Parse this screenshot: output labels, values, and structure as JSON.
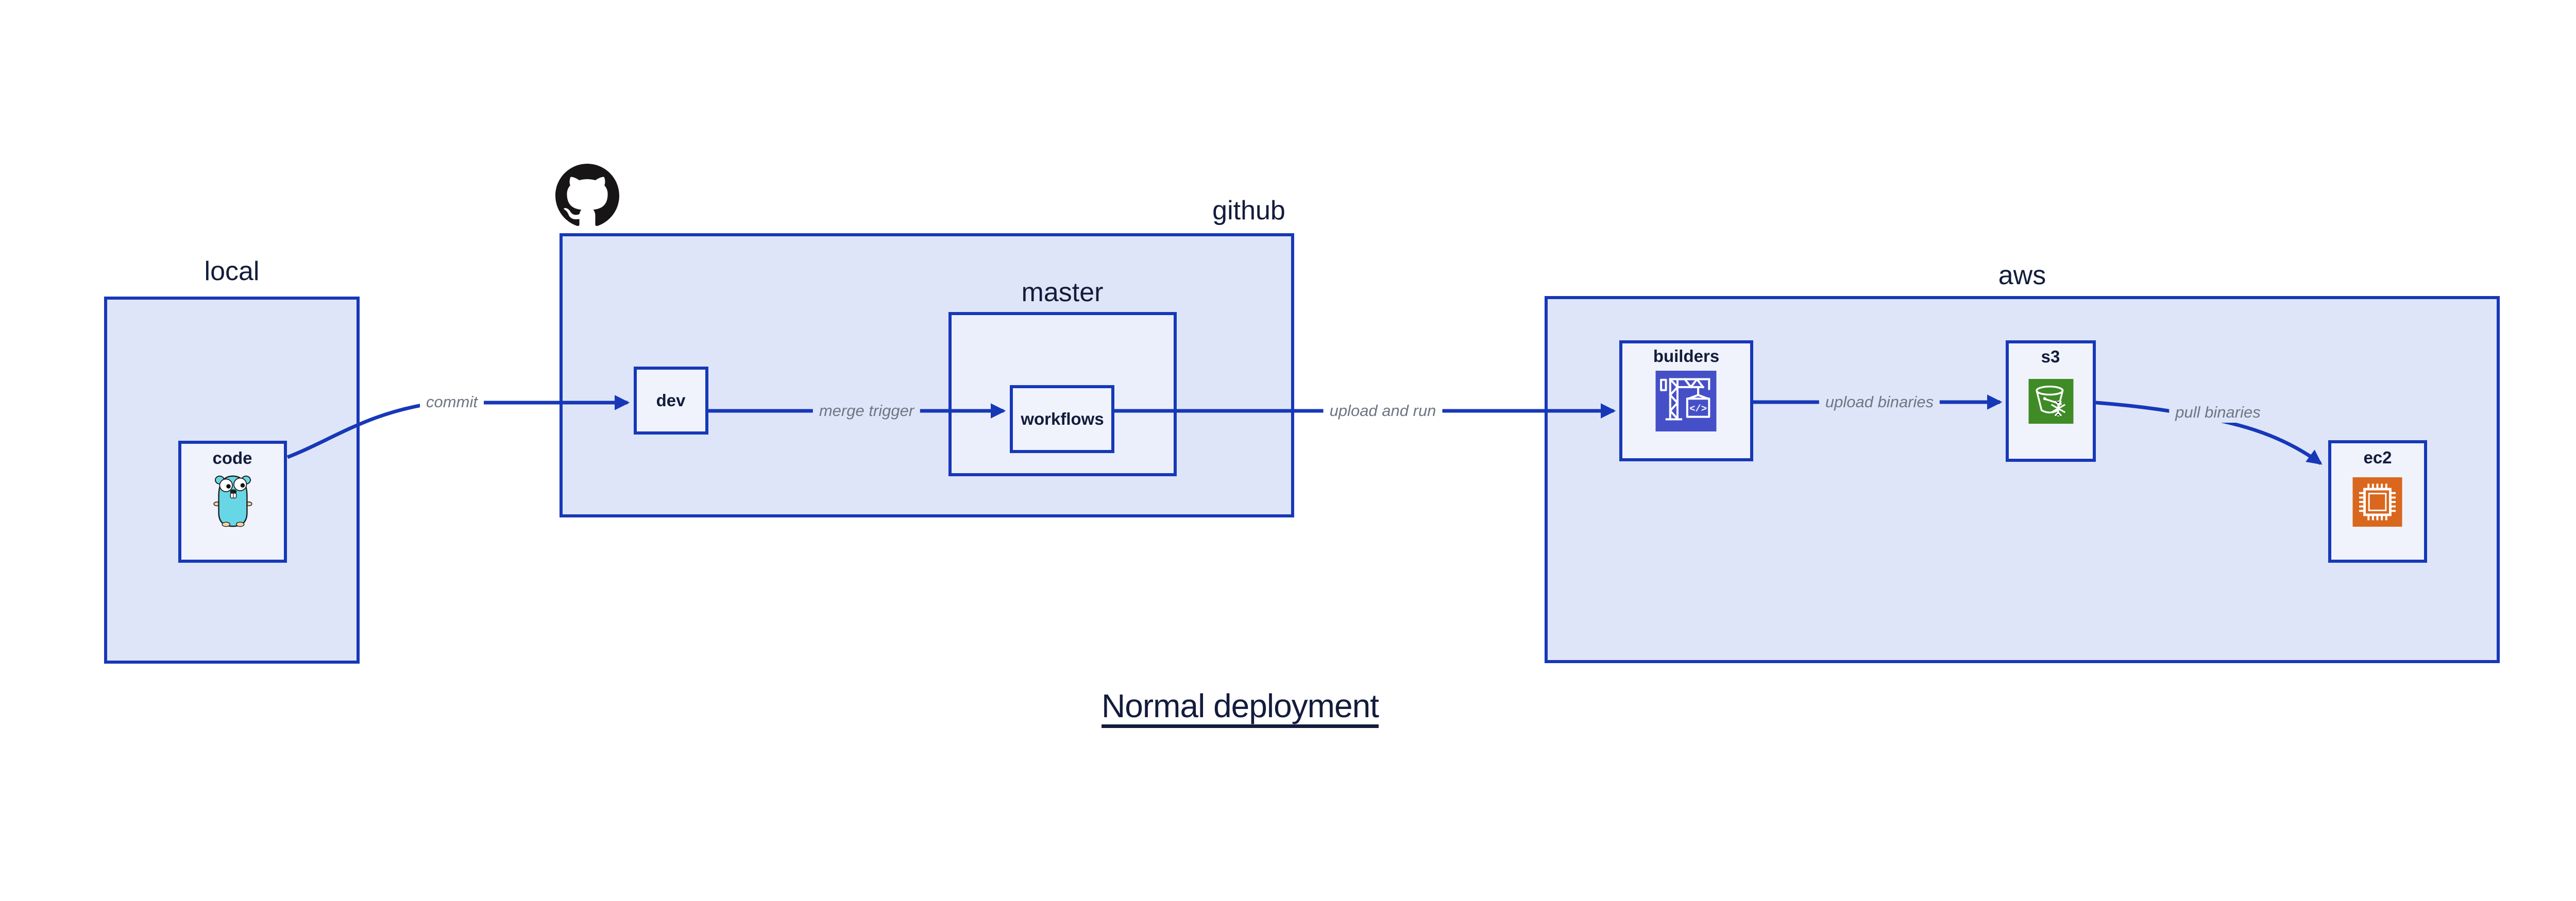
{
  "diagram": {
    "title": "Normal deployment",
    "containers": {
      "local": {
        "label": "local"
      },
      "github": {
        "label": "github"
      },
      "master": {
        "label": "master"
      },
      "aws": {
        "label": "aws"
      }
    },
    "nodes": {
      "code": {
        "label": "code"
      },
      "dev": {
        "label": "dev"
      },
      "workflows": {
        "label": "workflows"
      },
      "builders": {
        "label": "builders"
      },
      "s3": {
        "label": "s3"
      },
      "ec2": {
        "label": "ec2"
      }
    },
    "edges": [
      {
        "id": "commit",
        "label": "commit",
        "from": "code",
        "to": "dev"
      },
      {
        "id": "merge-trigger",
        "label": "merge trigger",
        "from": "dev",
        "to": "workflows"
      },
      {
        "id": "upload-and-run",
        "label": "upload and run",
        "from": "workflows",
        "to": "builders"
      },
      {
        "id": "upload-binaries",
        "label": "upload binaries",
        "from": "builders",
        "to": "s3"
      },
      {
        "id": "pull-binaries",
        "label": "pull binaries",
        "from": "s3",
        "to": "ec2"
      }
    ],
    "icons": {
      "github_logo": "github-octocat-mark",
      "code_node": "go-gopher",
      "builders_node": "aws-codebuild-crane",
      "s3_node": "aws-s3-bucket-snowflake",
      "ec2_node": "aws-ec2-chip",
      "codebuild_code_glyph": "</>"
    },
    "colors": {
      "stroke_blue": "#1638b8",
      "container_fill": "#dfe5f8",
      "master_fill": "#ebeffb",
      "node_fill": "#f0f3fc",
      "text_navy": "#131c3b",
      "edge_label_gray": "#6e7583",
      "codebuild_indigo": "#4550c8",
      "s3_green": "#3f8b26",
      "ec2_orange": "#d9671d",
      "gopher_teal": "#67d7e6",
      "github_black": "#171515"
    }
  }
}
